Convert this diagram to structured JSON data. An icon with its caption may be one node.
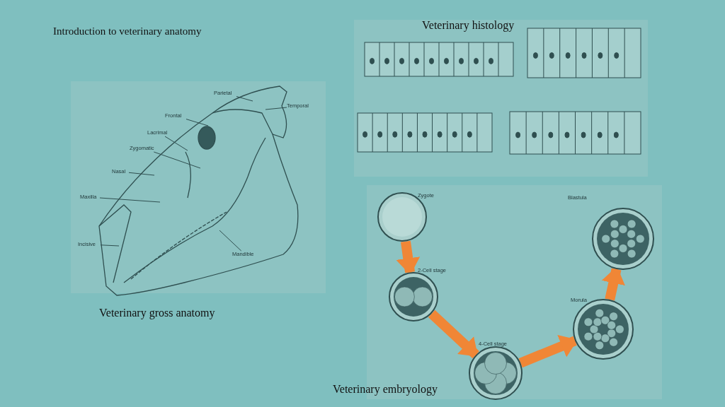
{
  "diagram": {
    "title": "Introduction to veterinary anatomy",
    "nodes": [
      {
        "text": [
          "Parietal"
        ]
      },
      {
        "text": [
          "Temporal"
        ]
      },
      {
        "text": [
          "Frontal"
        ]
      },
      {
        "text": [
          "Lacrimal"
        ]
      },
      {
        "text": [
          "Zygomatic"
        ]
      },
      {
        "text": [
          "Nasal"
        ]
      },
      {
        "text": [
          "Maxilla"
        ]
      },
      {
        "text": [
          "Incisive"
        ]
      },
      {
        "text": [
          "Mandible"
        ]
      },
      {
        "text": [
          "Zygote"
        ]
      },
      {
        "text": [
          "2-Cell stage"
        ]
      },
      {
        "text": [
          "4-Cell stage"
        ]
      },
      {
        "text": [
          "Morula"
        ]
      },
      {
        "text": [
          "Blastula"
        ]
      }
    ],
    "edges": [
      {
        "from": 0,
        "to": null,
        "arrow": "none"
      },
      {
        "from": 1,
        "to": null,
        "arrow": "none"
      },
      {
        "from": 2,
        "to": null,
        "arrow": "none"
      },
      {
        "from": 3,
        "to": null,
        "arrow": "none"
      },
      {
        "from": 4,
        "to": null,
        "arrow": "none"
      },
      {
        "from": 5,
        "to": null,
        "arrow": "none"
      },
      {
        "from": 6,
        "to": null,
        "arrow": "none"
      },
      {
        "from": 7,
        "to": null,
        "arrow": "none"
      },
      {
        "from": 8,
        "to": null,
        "arrow": "none"
      },
      {
        "from": 9,
        "to": 10,
        "arrow": "to",
        "style": "thick",
        "color": "#f08636"
      },
      {
        "from": 10,
        "to": 11,
        "arrow": "to",
        "style": "thick",
        "color": "#f08636"
      },
      {
        "from": 11,
        "to": 12,
        "arrow": "to",
        "style": "thick",
        "color": "#f08636"
      },
      {
        "from": 12,
        "to": 13,
        "arrow": "to",
        "style": "thick",
        "color": "#f08636"
      }
    ],
    "labels": [
      "Veterinary histology",
      "Veterinary gross anatomy",
      "Veterinary embryology"
    ]
  }
}
